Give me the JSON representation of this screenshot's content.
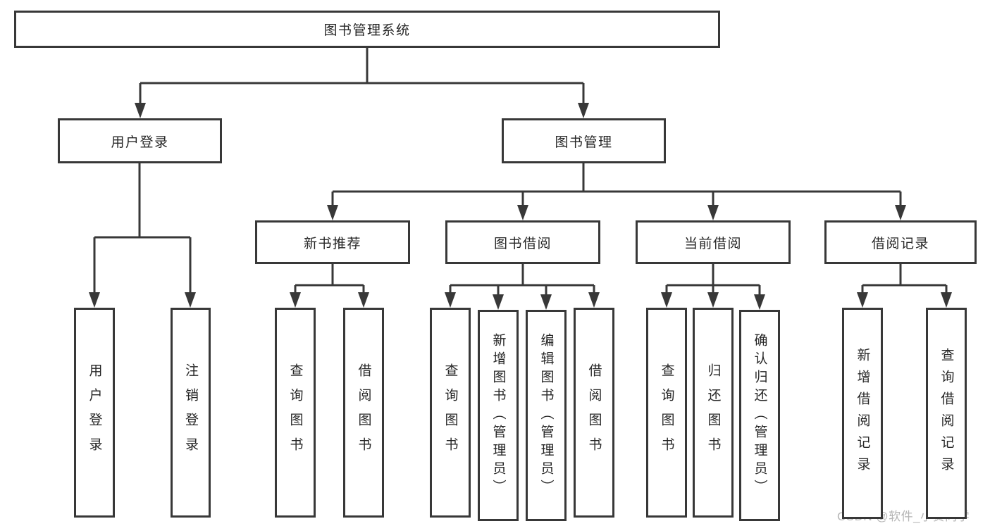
{
  "diagram": {
    "title": "图书管理系统",
    "nodes": [
      {
        "id": "system",
        "label": "图书管理系统"
      },
      {
        "id": "user-login-group",
        "label": "用户登录"
      },
      {
        "id": "book-mgmt",
        "label": "图书管理"
      },
      {
        "id": "new-book-rec",
        "label": "新书推荐"
      },
      {
        "id": "book-borrow",
        "label": "图书借阅"
      },
      {
        "id": "current-borrow",
        "label": "当前借阅"
      },
      {
        "id": "borrow-records",
        "label": "借阅记录"
      },
      {
        "id": "user-login",
        "label": "用户登录"
      },
      {
        "id": "logout",
        "label": "注销登录"
      },
      {
        "id": "query-books-rec",
        "label": "查询图书"
      },
      {
        "id": "borrow-books-rec",
        "label": "借阅图书"
      },
      {
        "id": "query-books-borrow",
        "label": "查询图书"
      },
      {
        "id": "add-book-admin",
        "label": "新增图书（管理员）"
      },
      {
        "id": "edit-book-admin",
        "label": "编辑图书（管理员）"
      },
      {
        "id": "borrow-books-borrow",
        "label": "借阅图书"
      },
      {
        "id": "query-books-current",
        "label": "查询图书"
      },
      {
        "id": "return-books",
        "label": "归还图书"
      },
      {
        "id": "confirm-return-admin",
        "label": "确认归还（管理员）"
      },
      {
        "id": "add-borrow-record",
        "label": "新增借阅记录"
      },
      {
        "id": "query-borrow-record",
        "label": "查询借阅记录"
      }
    ]
  },
  "watermark": "CSDN @软件_小贺同学",
  "colors": {
    "line": "#383838",
    "text": "#262626",
    "watermark": "#b5b5b5",
    "background": "#ffffff"
  }
}
